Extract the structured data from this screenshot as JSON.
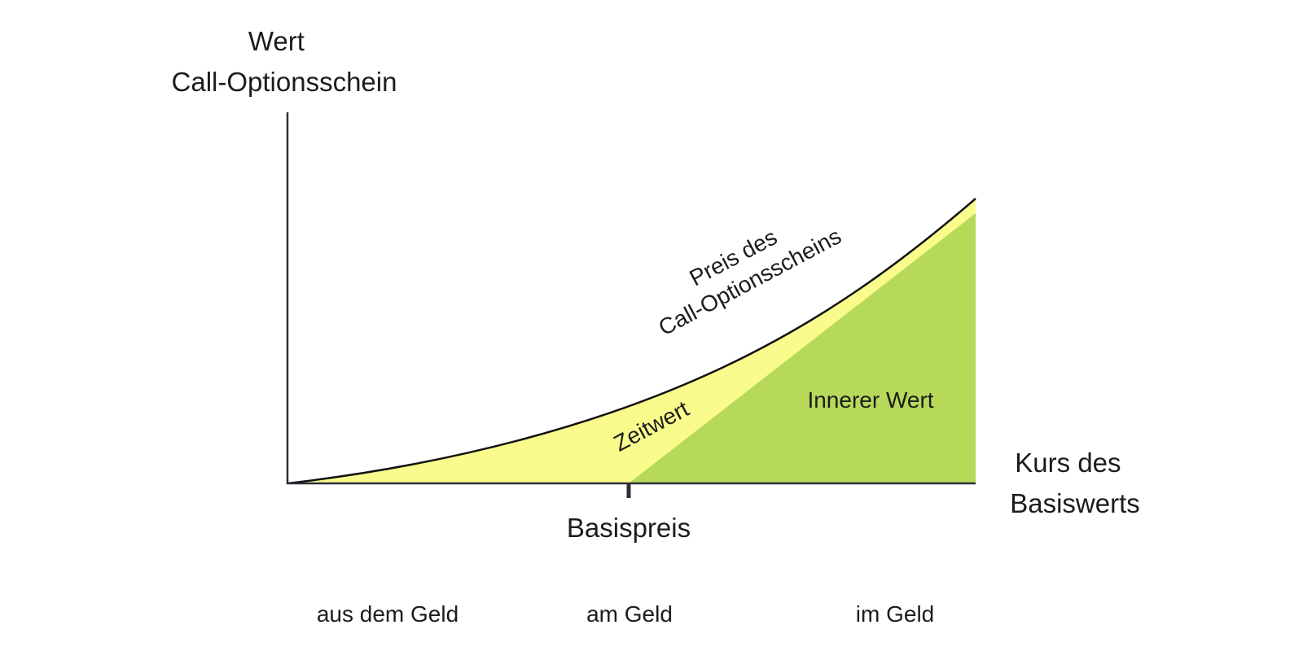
{
  "diagram": {
    "y_axis_label": [
      "Wert",
      "Call-Optionsschein"
    ],
    "x_axis_label": [
      "Kurs des",
      "Basiswerts"
    ],
    "strike_label": "Basispreis",
    "curve_label": [
      "Preis des",
      "Call-Optionsscheins"
    ],
    "time_value_label": "Zeitwert",
    "intrinsic_value_label": "Innerer Wert",
    "moneyness": [
      "aus dem Geld",
      "am Geld",
      "im Geld"
    ]
  },
  "colors": {
    "time_value_fill": "#f9fc8c",
    "intrinsic_value_fill": "#b7d95a",
    "axis": "#2a2f3a",
    "curve": "#111111",
    "text": "#1c1c1c"
  }
}
